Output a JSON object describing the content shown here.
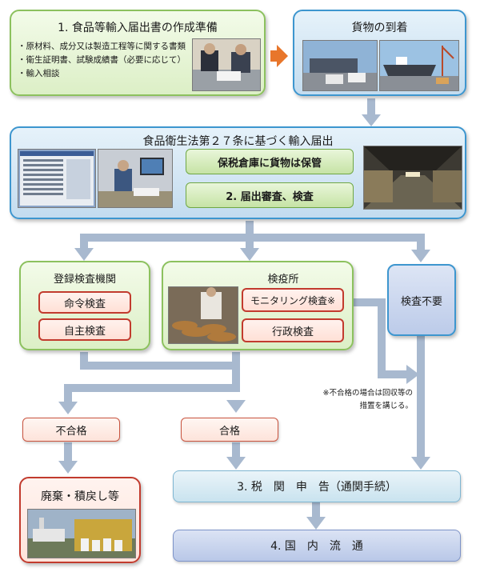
{
  "step1": {
    "title": "1. 食品等輸入届出書の作成準備",
    "bullets": [
      "原材料、成分又は製造工程等に関する書類",
      "衛生証明書、試験成績書（必要に応じて）",
      "輸入相談"
    ]
  },
  "arrival": {
    "title": "貨物の到着"
  },
  "notification": {
    "title": "食品衛生法第２７条に基づく輸入届出",
    "bonded": "保税倉庫に貨物は保管",
    "review": "2. 届出審査、検査"
  },
  "registered_body": {
    "title": "登録検査機関",
    "ordered": "命令検査",
    "voluntary": "自主検査"
  },
  "quarantine": {
    "title": "検疫所",
    "monitoring": "モニタリング検査※",
    "administrative": "行政検査"
  },
  "no_inspection": "検査不要",
  "note": {
    "line1": "※不合格の場合は回収等の",
    "line2": "措置を講じる。"
  },
  "fail": "不合格",
  "pass": "合格",
  "disposal": {
    "title": "廃棄・積戻し等"
  },
  "customs": "3. 税　関　申　告（通関手続）",
  "distribution": "4. 国　内　流　通",
  "colors": {
    "arrow": "#a8b9cf",
    "green_border": "#8cc15e",
    "blue_border": "#3d96cf",
    "red_border": "#c23b2e",
    "orange_arrow": "#e8762b"
  }
}
